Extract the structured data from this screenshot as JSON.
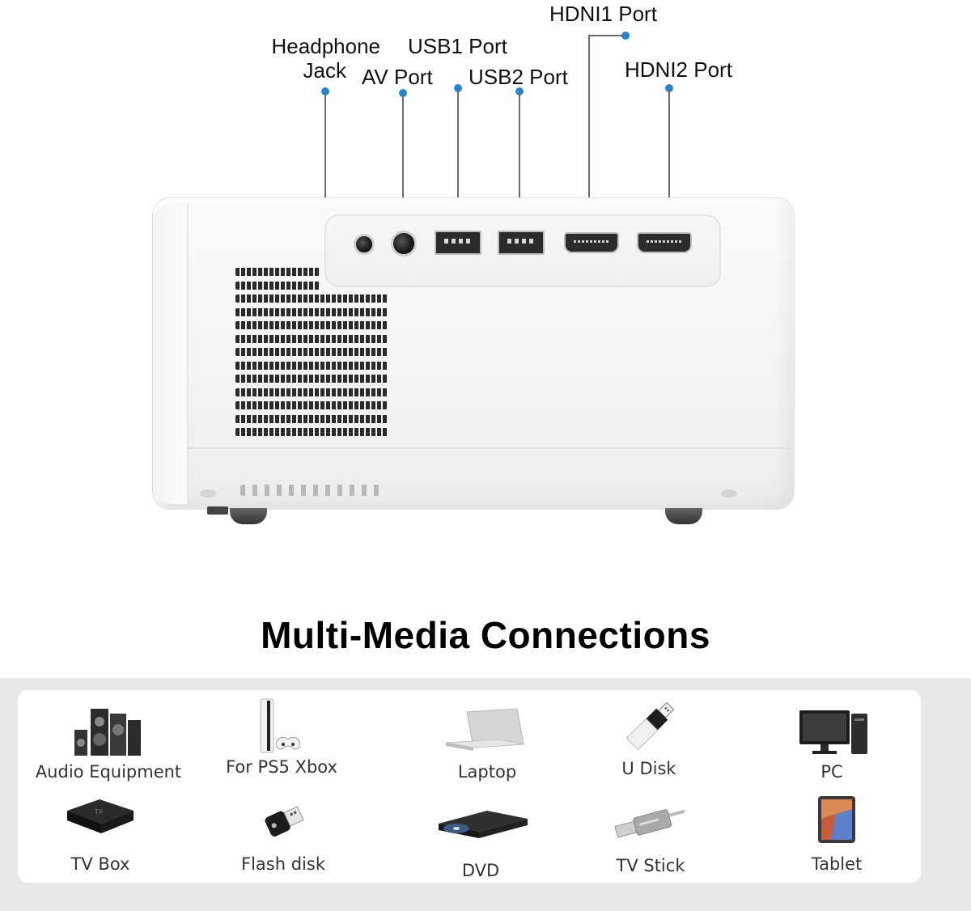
{
  "callouts": {
    "headphone_jack": "Headphone\nJack",
    "av_port": "AV Port",
    "usb1_port": "USB1 Port",
    "usb2_port": "USB2 Port",
    "hdmi1_port": "HDNI1 Port",
    "hdmi2_port": "HDNI2 Port"
  },
  "accent_color": "#1f86d9",
  "headline": "Multi-Media Connections",
  "devices": [
    {
      "label": "Audio Equipment",
      "icon": "speaker-system-icon"
    },
    {
      "label": "For PS5 Xbox",
      "icon": "game-console-icon"
    },
    {
      "label": "Laptop",
      "icon": "laptop-icon"
    },
    {
      "label": "U Disk",
      "icon": "usb-drive-icon"
    },
    {
      "label": "PC",
      "icon": "desktop-pc-icon"
    },
    {
      "label": "TV Box",
      "icon": "tv-box-icon"
    },
    {
      "label": "Flash disk",
      "icon": "flash-disk-icon"
    },
    {
      "label": "DVD",
      "icon": "dvd-player-icon"
    },
    {
      "label": "TV Stick",
      "icon": "tv-stick-icon"
    },
    {
      "label": "Tablet",
      "icon": "tablet-icon"
    }
  ]
}
